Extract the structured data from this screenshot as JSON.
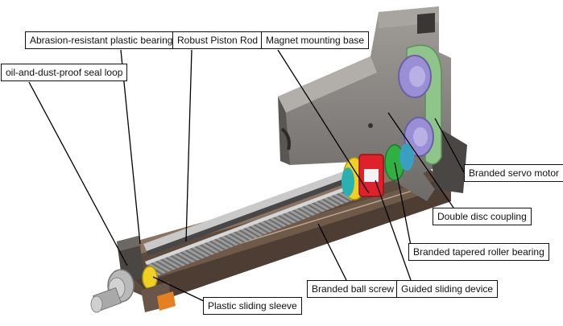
{
  "labels": {
    "bearing": "Abrasion-resistant plastic bearing",
    "rod": "Robust Piston Rod",
    "magnet": "Magnet mounting base",
    "seal": "oil-and-dust-proof seal loop",
    "servo": "Branded servo motor",
    "coupling": "Double disc coupling",
    "roller": "Branded tapered roller bearing",
    "ballscrew": "Branded ball screw",
    "guided": "Guided sliding device",
    "sleeve": "Plastic sliding sleeve"
  },
  "colors": {
    "housing": "#8a8683",
    "housing_dark": "#4a4644",
    "rail": "#6f5a4a",
    "screw": "#9a9a9a",
    "belt": "#8fc48a",
    "pulley": "#9a8fd4",
    "coupling_red": "#e0202a",
    "ring_yellow": "#f0d020",
    "bearing_green": "#30b040",
    "leader": "#000000"
  }
}
